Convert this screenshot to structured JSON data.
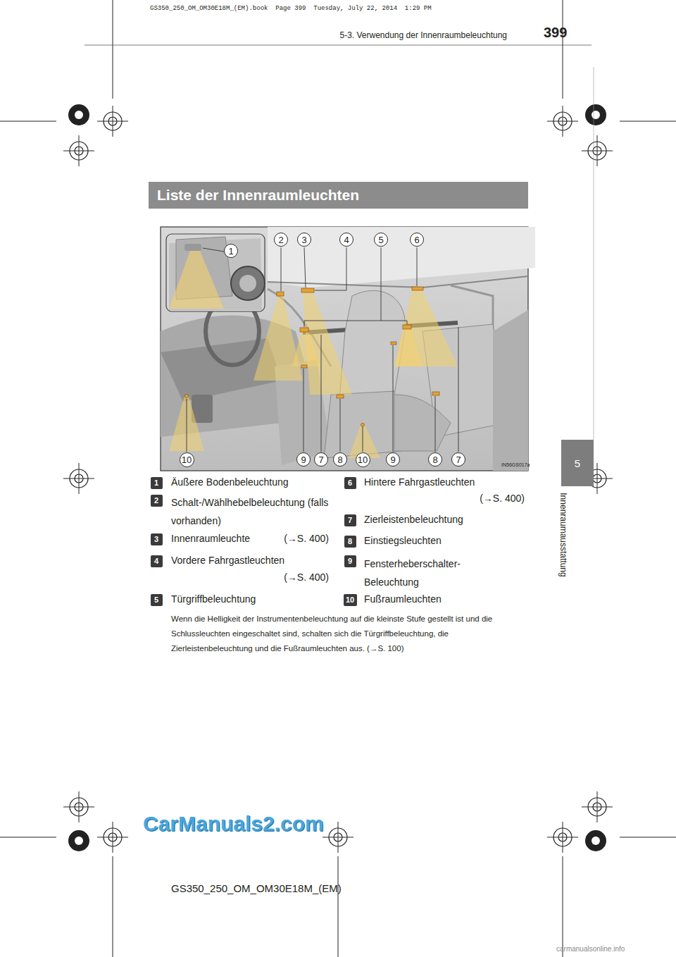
{
  "diagram": {
    "title": "Liste der Innenraumleuchten",
    "nodes": [
      {
        "text": [
          "1"
        ]
      },
      {
        "text": [
          "2"
        ]
      },
      {
        "text": [
          "3"
        ]
      },
      {
        "text": [
          "4"
        ]
      },
      {
        "text": [
          "5"
        ]
      },
      {
        "text": [
          "6"
        ]
      },
      {
        "text": [
          "10"
        ]
      },
      {
        "text": [
          "9"
        ]
      },
      {
        "text": [
          "7"
        ]
      },
      {
        "text": [
          "8"
        ]
      },
      {
        "text": [
          "10"
        ]
      },
      {
        "text": [
          "9"
        ]
      },
      {
        "text": [
          "8"
        ]
      },
      {
        "text": [
          "7"
        ]
      },
      {
        "text": [
          "1"
        ]
      },
      {
        "text": [
          "2"
        ]
      },
      {
        "text": [
          "3"
        ]
      },
      {
        "text": [
          "4"
        ]
      },
      {
        "text": [
          "5"
        ]
      },
      {
        "text": [
          "6"
        ]
      },
      {
        "text": [
          "7"
        ]
      },
      {
        "text": [
          "8"
        ]
      },
      {
        "text": [
          "9"
        ]
      },
      {
        "text": [
          "10"
        ]
      },
      {
        "text": [
          "5"
        ]
      }
    ],
    "labels": [
      "GS350_250_OM_OM30E18M_(EM).book  Page 399  Tuesday, July 22, 2014  1:29 PM",
      "399",
      "5-3. Verwendung der Innenraumbeleuchtung",
      "Innenraumausstattung",
      "IN56GS017a",
      "Äußere Bodenbeleuchtung",
      "Schalt-/Wählhebelbeleuchtung (falls vorhanden)",
      "Innenraumleuchte",
      "(→S. 400)",
      "Vordere Fahrgastleuchten",
      "(→S. 400)",
      "Türgriffbeleuchtung",
      "Hintere Fahrgastleuchten",
      "(→S. 400)",
      "Zierleistenbeleuchtung",
      "Einstiegsleuchten",
      "Fensterheberschalter-Beleuchtung",
      "Fußraumleuchten",
      "Wenn die Helligkeit der Instrumentenbeleuchtung auf die kleinste Stufe gestellt ist und die Schlussleuchten eingeschaltet sind, schalten sich die Türgriffbeleuchtung, die Zierleistenbeleuchtung und die Fußraumleuchten aus. (→S. 100)",
      "GS350_250_OM_OM30E18M_(EM)",
      "CarManuals2.com",
      "carmanualsonline.info"
    ]
  }
}
